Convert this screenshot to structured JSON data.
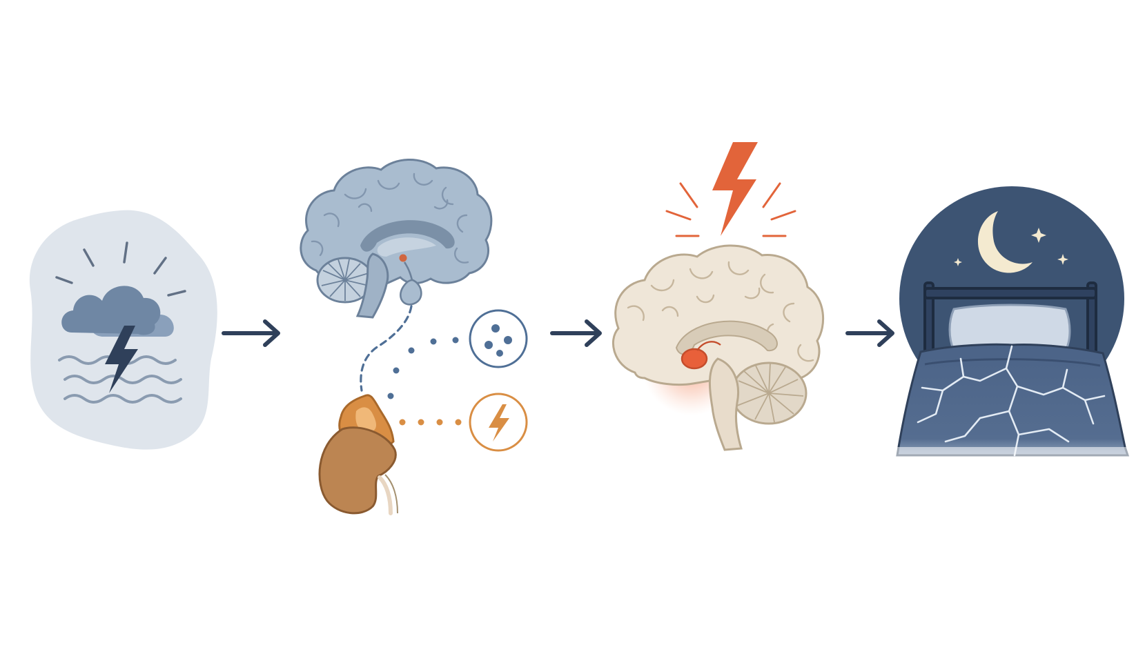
{
  "diagram": {
    "steps": [
      {
        "id": "stress-trigger",
        "icon": "storm-cloud-icon"
      },
      {
        "id": "hpa-axis",
        "icon": "brain-pituitary-adrenal-icon"
      },
      {
        "id": "amygdala-activation",
        "icon": "alert-brain-icon"
      },
      {
        "id": "disrupted-sleep",
        "icon": "cracked-bed-night-icon"
      }
    ],
    "signals": [
      {
        "id": "hormone-particles",
        "icon": "particles-icon"
      },
      {
        "id": "adrenal-energy",
        "icon": "lightning-icon"
      }
    ],
    "colors": {
      "stormBlob": "#dfe5ec",
      "cloud": "#6f87a4",
      "navy": "#2f405a",
      "brainBlue": "#a9bccf",
      "brainBlueStroke": "#6c819a",
      "hormoneBlue": "#4f6f96",
      "adrenalOrange": "#d98e44",
      "kidney": "#bc8552",
      "brainCream": "#efe6d8",
      "brainCreamStroke": "#b9a98f",
      "alertOrange": "#e2643a",
      "night": "#3d5473",
      "moon": "#f4ead0",
      "blanket": "#4b6387"
    }
  }
}
